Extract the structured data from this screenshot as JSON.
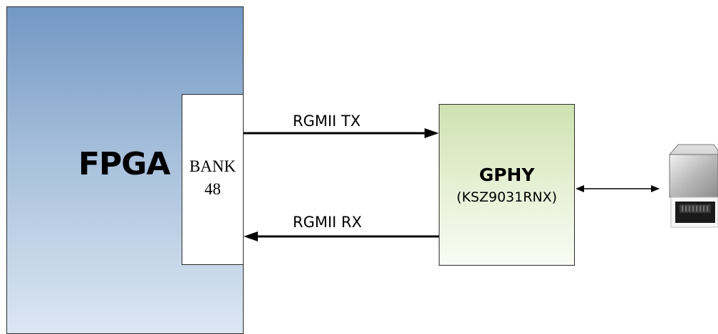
{
  "fpga": {
    "label": "FPGA"
  },
  "bank": {
    "line1": "BANK",
    "line2": "48"
  },
  "gphy": {
    "title": "GPHY",
    "part": "(KSZ9031RNX)"
  },
  "signals": {
    "tx": "RGMII TX",
    "rx": "RGMII RX"
  },
  "icons": {
    "connector": "rj45-ethernet-jack-icon"
  }
}
